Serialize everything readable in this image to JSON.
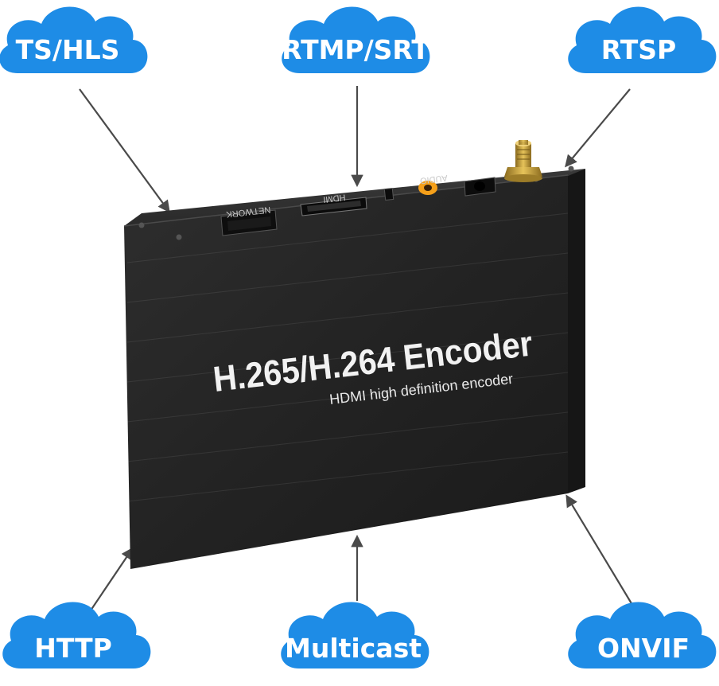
{
  "protocols": {
    "top_left": "TS/HLS",
    "top_center": "RTMP/SRT",
    "top_right": "RTSP",
    "bottom_left": "HTTP",
    "bottom_center": "Multicast",
    "bottom_right": "ONVIF"
  },
  "device": {
    "title": "H.265/H.264 Encoder",
    "subtitle": "HDMI high definition encoder",
    "port_network": "NETWORK",
    "port_hdmi": "HDMI",
    "port_audio": "AUDIO"
  },
  "colors": {
    "cloud": "#1e8ce6",
    "device_body": "#252525",
    "arrow": "#4a4a4a",
    "audio_jack": "#f5a01a"
  }
}
